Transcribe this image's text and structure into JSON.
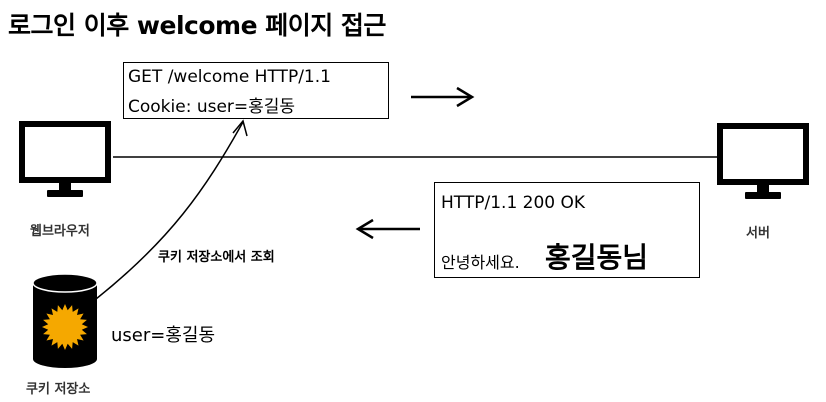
{
  "title": "로그인 이후 welcome 페이지 접근",
  "request": {
    "line1": "GET /welcome HTTP/1.1",
    "line2": "Cookie: user=홍길동"
  },
  "response": {
    "status": "HTTP/1.1 200 OK",
    "greeting": "안녕하세요.",
    "name": "홍길동님"
  },
  "client_label": "웹브라우저",
  "server_label": "서버",
  "cookie_store": {
    "label": "쿠키 저장소",
    "lookup_label": "쿠키 저장소에서 조회",
    "value": "user=홍길동"
  },
  "icons": [
    "monitor-icon",
    "database-icon",
    "cookie-badge-icon",
    "arrow-right-icon",
    "arrow-left-icon"
  ],
  "colors": {
    "badge": "#f5a800",
    "line": "#000000"
  }
}
